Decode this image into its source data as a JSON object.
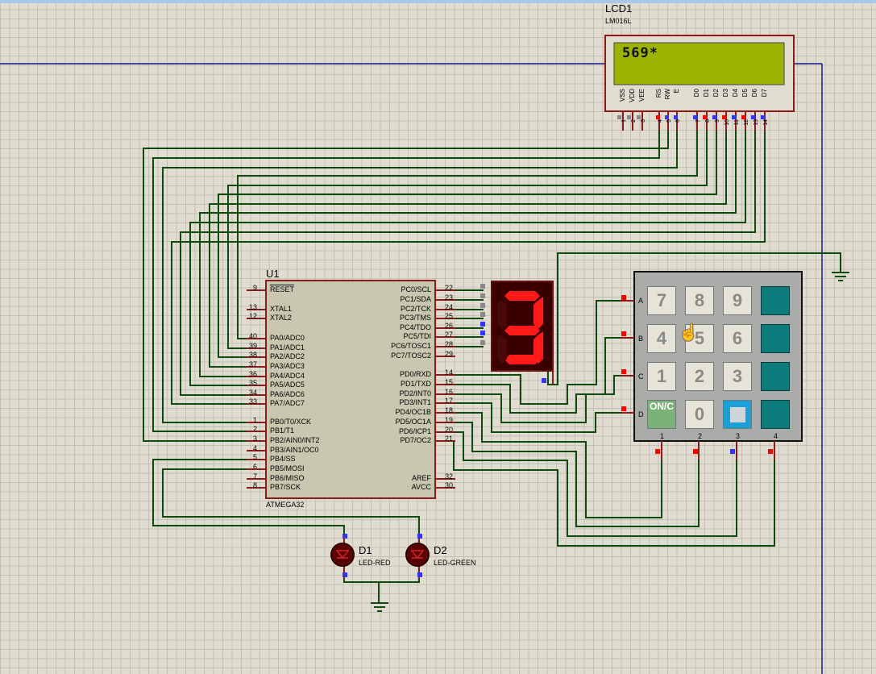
{
  "lcd": {
    "ref": "LCD1",
    "model": "LM016L",
    "display_text": "569*",
    "pins": [
      "VSS",
      "VDD",
      "VEE",
      "RS",
      "RW",
      "E",
      "D0",
      "D1",
      "D2",
      "D3",
      "D4",
      "D5",
      "D6",
      "D7"
    ],
    "pin_numbers": [
      "1",
      "2",
      "3",
      "4",
      "5",
      "6",
      "7",
      "8",
      "9",
      "10",
      "11",
      "12",
      "13",
      "14"
    ]
  },
  "mcu": {
    "ref": "U1",
    "model": "ATMEGA32",
    "left_pins": [
      {
        "num": "9",
        "name": "RESET"
      },
      {
        "num": "13",
        "name": "XTAL1"
      },
      {
        "num": "12",
        "name": "XTAL2"
      },
      {
        "num": "40",
        "name": "PA0/ADC0"
      },
      {
        "num": "39",
        "name": "PA1/ADC1"
      },
      {
        "num": "38",
        "name": "PA2/ADC2"
      },
      {
        "num": "37",
        "name": "PA3/ADC3"
      },
      {
        "num": "36",
        "name": "PA4/ADC4"
      },
      {
        "num": "35",
        "name": "PA5/ADC5"
      },
      {
        "num": "34",
        "name": "PA6/ADC6"
      },
      {
        "num": "33",
        "name": "PA7/ADC7"
      },
      {
        "num": "1",
        "name": "PB0/T0/XCK"
      },
      {
        "num": "2",
        "name": "PB1/T1"
      },
      {
        "num": "3",
        "name": "PB2/AIN0/INT2"
      },
      {
        "num": "4",
        "name": "PB3/AIN1/OC0"
      },
      {
        "num": "5",
        "name": "PB4/SS"
      },
      {
        "num": "6",
        "name": "PB5/MOSI"
      },
      {
        "num": "7",
        "name": "PB6/MISO"
      },
      {
        "num": "8",
        "name": "PB7/SCK"
      }
    ],
    "right_pins": [
      {
        "num": "22",
        "name": "PC0/SCL"
      },
      {
        "num": "23",
        "name": "PC1/SDA"
      },
      {
        "num": "24",
        "name": "PC2/TCK"
      },
      {
        "num": "25",
        "name": "PC3/TMS"
      },
      {
        "num": "26",
        "name": "PC4/TDO"
      },
      {
        "num": "27",
        "name": "PC5/TDI"
      },
      {
        "num": "28",
        "name": "PC6/TOSC1"
      },
      {
        "num": "29",
        "name": "PC7/TOSC2"
      },
      {
        "num": "14",
        "name": "PD0/RXD"
      },
      {
        "num": "15",
        "name": "PD1/TXD"
      },
      {
        "num": "16",
        "name": "PD2/INT0"
      },
      {
        "num": "17",
        "name": "PD3/INT1"
      },
      {
        "num": "18",
        "name": "PD4/OC1B"
      },
      {
        "num": "19",
        "name": "PD5/OC1A"
      },
      {
        "num": "20",
        "name": "PD6/ICP1"
      },
      {
        "num": "21",
        "name": "PD7/OC2"
      },
      {
        "num": "32",
        "name": "AREF"
      },
      {
        "num": "30",
        "name": "AVCC"
      }
    ]
  },
  "seven_segment": {
    "digit": "3",
    "color": "#ff1a1a"
  },
  "keypad": {
    "rows": [
      "A",
      "B",
      "C",
      "D"
    ],
    "cols": [
      "1",
      "2",
      "3",
      "4"
    ],
    "keys": [
      [
        "7",
        "8",
        "9",
        ""
      ],
      [
        "4",
        "5",
        "6",
        ""
      ],
      [
        "1",
        "2",
        "3",
        ""
      ],
      [
        "ON/C",
        "0",
        "",
        ""
      ]
    ]
  },
  "leds": [
    {
      "ref": "D1",
      "model": "LED-RED"
    },
    {
      "ref": "D2",
      "model": "LED-GREEN"
    }
  ],
  "colors": {
    "wire": "#0f4a0f",
    "component_border": "#8b1a1a",
    "pin_high": "#ff0000",
    "pin_low": "#3333ff",
    "pin_float": "#888888"
  }
}
